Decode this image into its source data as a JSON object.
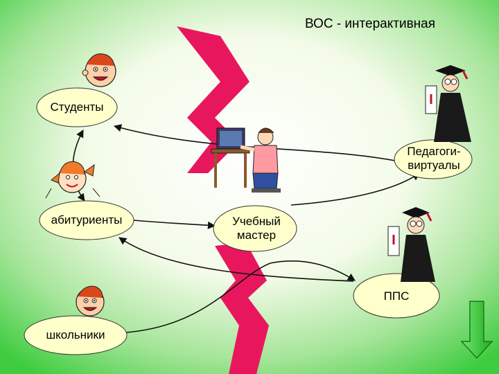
{
  "title": "ВОС - интерактивная",
  "nodes": {
    "students": "Студенты",
    "pedagogues_line1": "Педагоги-",
    "pedagogues_line2": "виртуалы",
    "applicants": "абитуриенты",
    "master_line1": "Учебный",
    "master_line2": "мастер",
    "pps": "ППС",
    "schoolchildren": "школьники"
  },
  "colors": {
    "background_center": "#ffffff",
    "background_edge": "#3fcc3f",
    "node_fill": "#ffffcc",
    "node_stroke": "#333333",
    "lightning": "#e8175d",
    "arrow_green": "#33cc33",
    "arrow_outline": "#1a7a1a",
    "monitor": "#3a3a66"
  },
  "icons": [
    "boy-face-icon",
    "girl-face-icon",
    "graduate-with-diploma-icon",
    "student-at-computer-icon",
    "down-arrow-icon"
  ]
}
